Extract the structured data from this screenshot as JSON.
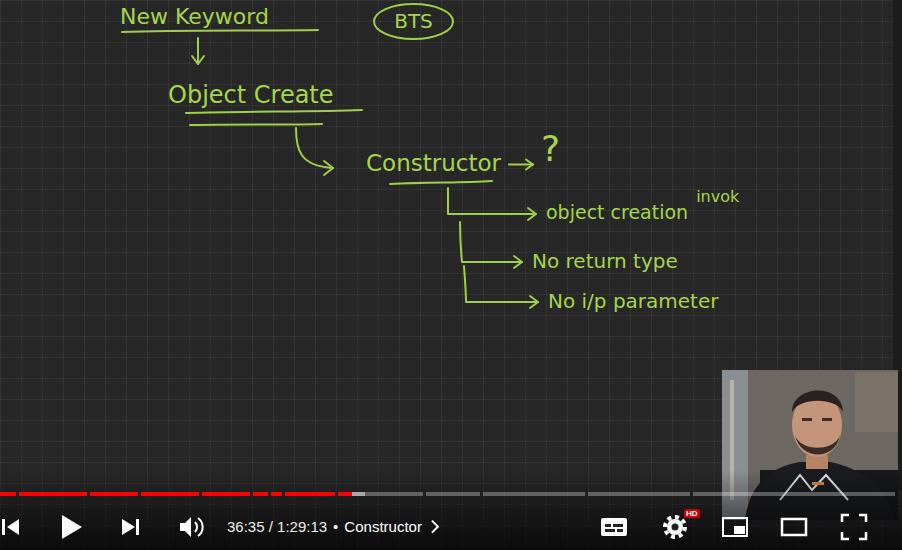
{
  "diagram": {
    "nodes": [
      {
        "text": [
          "BTS"
        ]
      }
    ],
    "labels": [
      "New Keyword",
      "Object Create",
      "Constructor",
      "?",
      "object creation",
      "invok",
      "No return type",
      "No i/p parameter",
      "36:35 / 1:29:13",
      "•",
      "Constructor",
      "HD"
    ]
  }
}
